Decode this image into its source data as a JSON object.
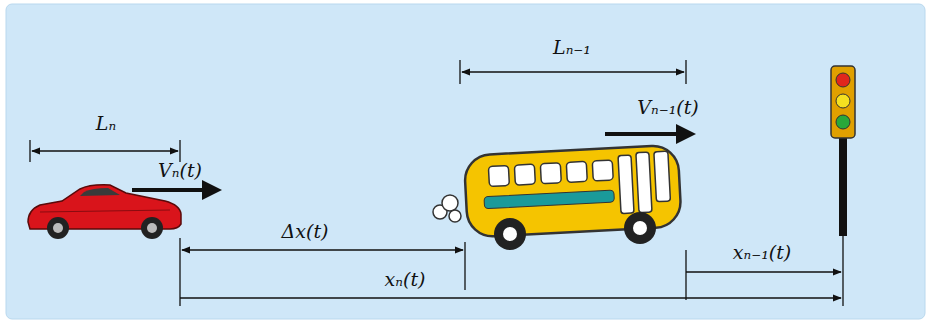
{
  "diagram": {
    "labels": [
      "Lₙ",
      "Lₙ₋₁",
      "Vₙ₋₁(t)",
      "Vₙ(t)",
      "Δx(t)",
      "xₙ₋₁(t)",
      "xₙ(t)"
    ]
  }
}
